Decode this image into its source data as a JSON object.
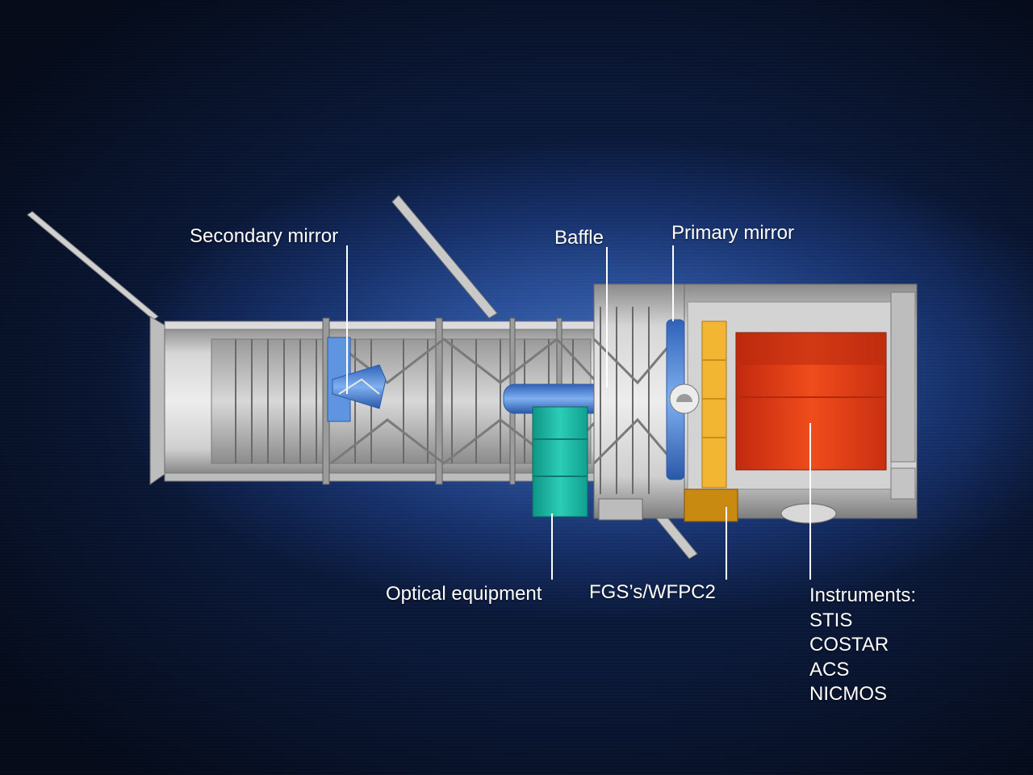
{
  "labels": {
    "secondary_mirror": "Secondary mirror",
    "baffle": "Baffle",
    "primary_mirror": "Primary mirror",
    "optical_equipment": "Optical equipment",
    "fgs_wfpc2": "FGS’s/WFPC2",
    "instruments_heading": "Instruments:"
  },
  "instruments": [
    "STIS",
    "COSTAR",
    "ACS",
    "NICMOS"
  ],
  "colors": {
    "background": "#1b3a7a",
    "hull": "#c8c8c8",
    "optics_blue": "#4f86d8",
    "optical_equipment": "#1bb3a0",
    "fgs_wfpc2": "#f2b632",
    "instruments": "#e64a1a",
    "leader_lines": "#ffffff"
  }
}
